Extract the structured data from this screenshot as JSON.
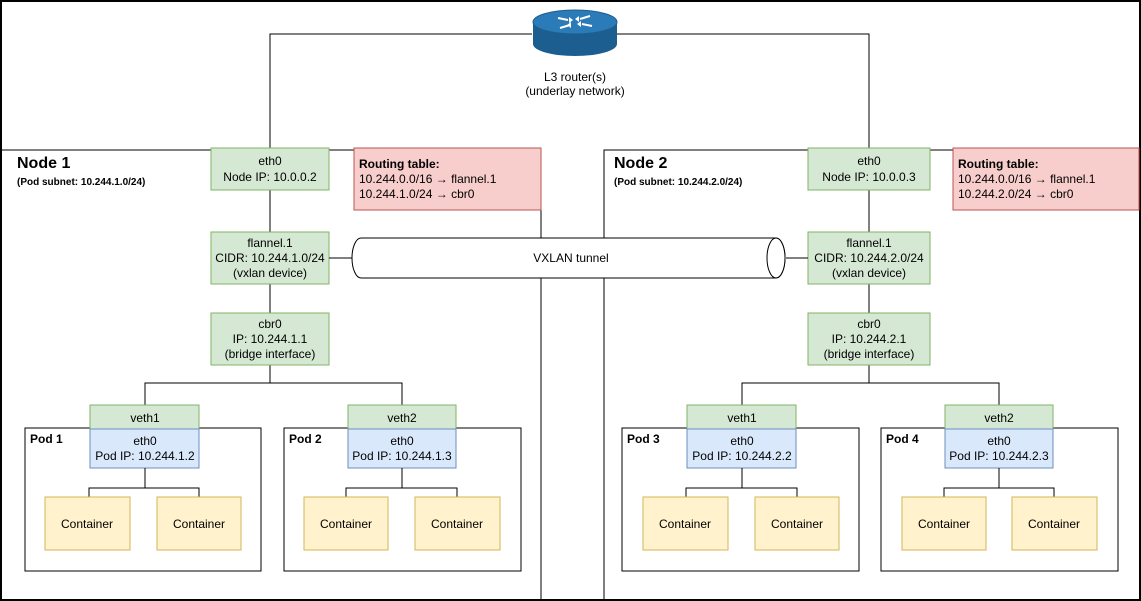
{
  "colors": {
    "frame": "#000000",
    "green_fill": "#d5e8d4",
    "green_stroke": "#82b366",
    "blue_fill": "#dae8fc",
    "blue_stroke": "#6c8ebf",
    "red_fill": "#f8cecc",
    "red_stroke": "#b85450",
    "yellow_fill": "#fff2cc",
    "yellow_stroke": "#d6b656",
    "router_fill": "#1d5e90",
    "router_top": "#2a7bb8"
  },
  "router": {
    "icon": "router-icon",
    "line1": "L3 router(s)",
    "line2": "(underlay network)"
  },
  "tunnel": {
    "label": "VXLAN tunnel"
  },
  "nodes": [
    {
      "title": "Node 1",
      "subnet": "(Pod subnet: 10.244.1.0/24)",
      "eth0": {
        "line1": "eth0",
        "line2": "Node IP: 10.0.0.2"
      },
      "routing": {
        "title": "Routing table:",
        "line1": "10.244.0.0/16 → flannel.1",
        "line2": "10.244.1.0/24 → cbr0"
      },
      "flannel": {
        "line1": "flannel.1",
        "line2": "CIDR: 10.244.1.0/24",
        "line3": "(vxlan device)"
      },
      "cbr0": {
        "line1": "cbr0",
        "line2": "IP: 10.244.1.1",
        "line3": "(bridge interface)"
      },
      "pods": [
        {
          "name": "Pod 1",
          "veth": "veth1",
          "eth0": "eth0",
          "ip": "Pod IP: 10.244.1.2",
          "containers": [
            "Container",
            "Container"
          ]
        },
        {
          "name": "Pod 2",
          "veth": "veth2",
          "eth0": "eth0",
          "ip": "Pod IP: 10.244.1.3",
          "containers": [
            "Container",
            "Container"
          ]
        }
      ]
    },
    {
      "title": "Node 2",
      "subnet": "(Pod subnet: 10.244.2.0/24)",
      "eth0": {
        "line1": "eth0",
        "line2": "Node IP: 10.0.0.3"
      },
      "routing": {
        "title": "Routing table:",
        "line1": "10.244.0.0/16 → flannel.1",
        "line2": "10.244.2.0/24 → cbr0"
      },
      "flannel": {
        "line1": "flannel.1",
        "line2": "CIDR: 10.244.2.0/24",
        "line3": "(vxlan device)"
      },
      "cbr0": {
        "line1": "cbr0",
        "line2": "IP: 10.244.2.1",
        "line3": "(bridge interface)"
      },
      "pods": [
        {
          "name": "Pod 3",
          "veth": "veth1",
          "eth0": "eth0",
          "ip": "Pod IP: 10.244.2.2",
          "containers": [
            "Container",
            "Container"
          ]
        },
        {
          "name": "Pod 4",
          "veth": "veth2",
          "eth0": "eth0",
          "ip": "Pod IP: 10.244.2.3",
          "containers": [
            "Container",
            "Container"
          ]
        }
      ]
    }
  ]
}
